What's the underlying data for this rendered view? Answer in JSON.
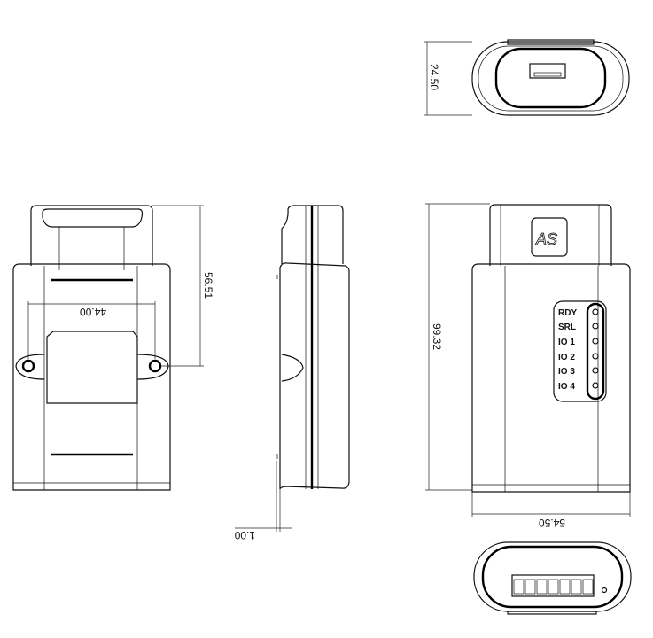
{
  "drawing": {
    "dimensions": {
      "height_top_view": "24.50",
      "mount_height": "56.51",
      "mount_spacing": "44.00",
      "total_height": "99.32",
      "width": "54.50",
      "protrusion": "1.00"
    },
    "logo_text": "AS",
    "led_labels": [
      "RDY",
      "SRL",
      "IO 1",
      "IO 2",
      "IO 3",
      "IO 4"
    ],
    "terminal_count": 7
  }
}
